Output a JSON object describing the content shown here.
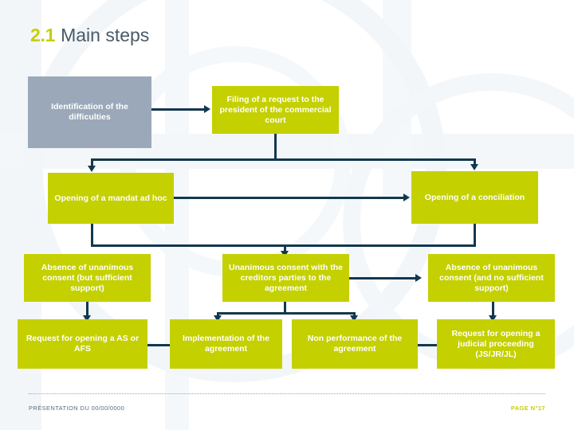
{
  "slide": {
    "title_number": "2.1",
    "title_text": "Main steps",
    "accent_color": "#c4d000",
    "title_color": "#4a5a68",
    "connector_color": "#12384f",
    "gray_box_color": "#9ba8b9"
  },
  "boxes": [
    {
      "id": "identification",
      "label": "Identification of the difficulties",
      "color": "gray"
    },
    {
      "id": "filing-request",
      "label": "Filing of a request to the president of the commercial court",
      "color": "olive"
    },
    {
      "id": "mandat-ad-hoc",
      "label": "Opening of a mandat ad hoc",
      "color": "olive"
    },
    {
      "id": "conciliation",
      "label": "Opening of a conciliation",
      "color": "olive"
    },
    {
      "id": "absence-consent-left",
      "label": "Absence of unanimous consent (but sufficient support)",
      "color": "olive"
    },
    {
      "id": "unanimous-consent",
      "label": "Unanimous consent with the creditors parties to the agreement",
      "color": "olive"
    },
    {
      "id": "absence-consent-right",
      "label": "Absence of unanimous consent (and no sufficient support)",
      "color": "olive"
    },
    {
      "id": "request-as-afs",
      "label": "Request for opening a AS or AFS",
      "color": "olive"
    },
    {
      "id": "implementation",
      "label": "Implementation of the agreement",
      "color": "olive"
    },
    {
      "id": "non-performance",
      "label": "Non performance of the agreement",
      "color": "olive"
    },
    {
      "id": "request-judicial",
      "label": "Request for opening a judicial proceeding (JS/JR/JL)",
      "color": "olive"
    }
  ],
  "footer": {
    "left": "PRÉSENTATION DU 00/00/0000",
    "right": "PAGE N°17"
  }
}
